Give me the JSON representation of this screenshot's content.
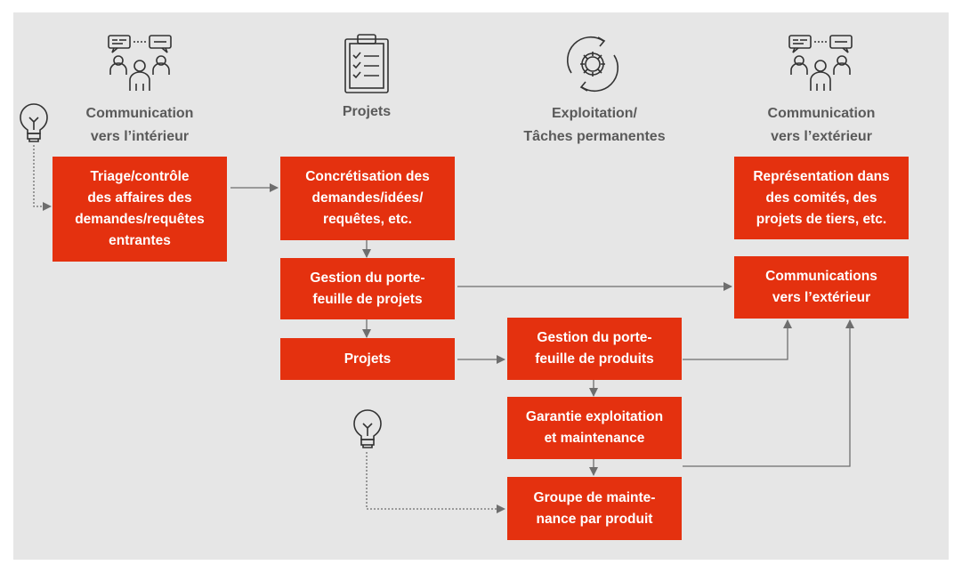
{
  "columns": {
    "comm_interieur": "Communication\nvers l’intérieur",
    "projets": "Projets",
    "exploitation": "Exploitation/\nTâches permanentes",
    "comm_exterieur": "Communication\nvers l’extérieur"
  },
  "boxes": {
    "triage": "Triage/contrôle\ndes affaires des\ndemandes/requêtes\nentrantes",
    "concretisation": "Concrétisation des\ndemandes/idées/\nrequêtes, etc.",
    "gestion_projets": "Gestion du porte-\nfeuille de projets",
    "projets": "Projets",
    "gestion_produits": "Gestion du porte-\nfeuille de produits",
    "garantie": "Garantie exploitation\net maintenance",
    "groupe": "Groupe de mainte-\nnance par produit",
    "representation": "Représentation dans\ndes comités, des\nprojets de tiers, etc.",
    "communications": "Communications\nvers l’extérieur"
  },
  "colors": {
    "box": "#e4310f",
    "background": "#e6e6e6",
    "text": "#5a5a5a",
    "arrow": "#6e6e6e"
  },
  "icons": [
    "people-discussion-icon",
    "clipboard-checklist-icon",
    "gear-cycle-icon",
    "people-discussion-icon",
    "lightbulb-icon",
    "lightbulb-icon"
  ]
}
